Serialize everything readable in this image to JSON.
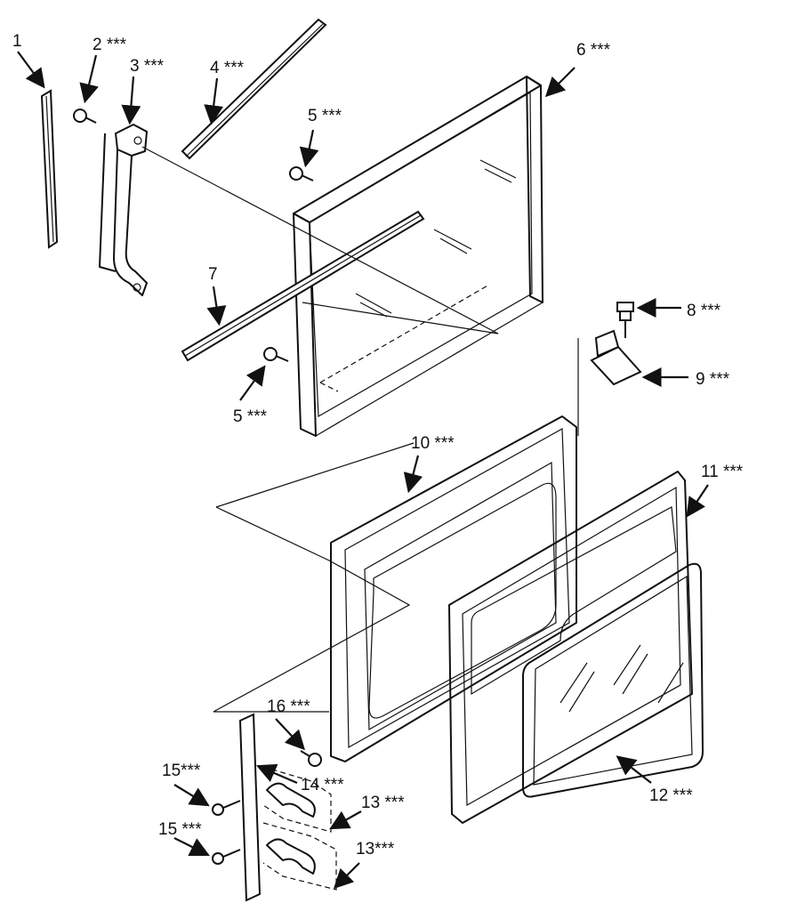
{
  "callouts": [
    {
      "id": "c1",
      "text": "1"
    },
    {
      "id": "c2",
      "text": "2 ***"
    },
    {
      "id": "c3",
      "text": "3 ***"
    },
    {
      "id": "c4",
      "text": "4 ***"
    },
    {
      "id": "c5a",
      "text": "5 ***"
    },
    {
      "id": "c6",
      "text": "6 ***"
    },
    {
      "id": "c7",
      "text": "7"
    },
    {
      "id": "c5b",
      "text": "5 ***"
    },
    {
      "id": "c8",
      "text": "8 ***"
    },
    {
      "id": "c9",
      "text": "9 ***"
    },
    {
      "id": "c10",
      "text": "10 ***"
    },
    {
      "id": "c11",
      "text": "11 ***"
    },
    {
      "id": "c12",
      "text": "12 ***"
    },
    {
      "id": "c16",
      "text": "16 ***"
    },
    {
      "id": "c15a",
      "text": "15***"
    },
    {
      "id": "c14",
      "text": "14 ***"
    },
    {
      "id": "c13a",
      "text": "13 ***"
    },
    {
      "id": "c15b",
      "text": "15 ***"
    },
    {
      "id": "c13b",
      "text": "13***"
    }
  ]
}
